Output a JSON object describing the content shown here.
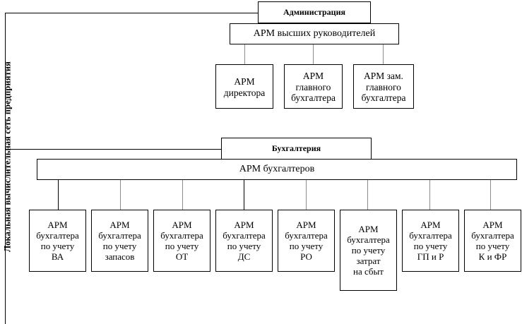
{
  "network_label": "Локальная вычислительная сеть предприятия",
  "administration": {
    "title": "Администрация",
    "group_label": "АРМ высших руководителей",
    "workstations": [
      [
        "АРМ",
        "директора"
      ],
      [
        "АРМ",
        "главного",
        "бухгалтера"
      ],
      [
        "АРМ зам.",
        "главного",
        "бухгалтера"
      ]
    ]
  },
  "accounting": {
    "title": "Бухгалтерия",
    "group_label": "АРМ бухгалтеров",
    "workstations": [
      [
        "АРМ",
        "бухгалтера",
        "по учету",
        "ВА"
      ],
      [
        "АРМ",
        "бухгалтера",
        "по учету",
        "запасов"
      ],
      [
        "АРМ",
        "бухгалтера",
        "по учету",
        "ОТ"
      ],
      [
        "АРМ",
        "бухгалтера",
        "по учету",
        "ДС"
      ],
      [
        "АРМ",
        "бухгалтера",
        "по учету",
        "РО"
      ],
      [
        "АРМ",
        "бухгалтера",
        "по учету",
        "затрат",
        "на сбыт"
      ],
      [
        "АРМ",
        "бухгалтера",
        "по учету",
        "ГП и Р"
      ],
      [
        "АРМ",
        "бухгалтера",
        "по учету",
        "К и ФР"
      ]
    ]
  }
}
